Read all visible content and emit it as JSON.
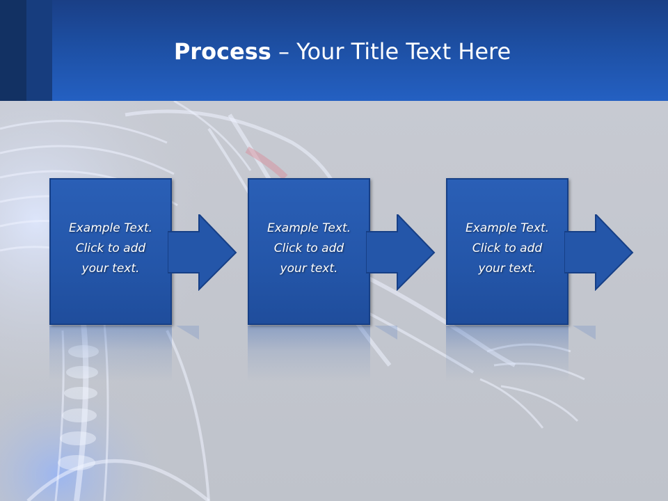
{
  "slide": {
    "title_bold": "Process",
    "title_rest": " – Your Title Text Here",
    "steps": [
      {
        "line1": "Example Text.",
        "line2": "Click  to add",
        "line3": "your text."
      },
      {
        "line1": "Example Text.",
        "line2": "Click  to add",
        "line3": "your text."
      },
      {
        "line1": "Example Text.",
        "line2": "Click  to add",
        "line3": "your text."
      }
    ]
  },
  "colors": {
    "header": "#1d4fa3",
    "box": "#2456a9",
    "box_border": "#163f86",
    "background": "#c4c7cf"
  },
  "icons": {
    "step_arrow": "right-arrow-icon",
    "background_art": "skeleton-xray-illustration"
  }
}
